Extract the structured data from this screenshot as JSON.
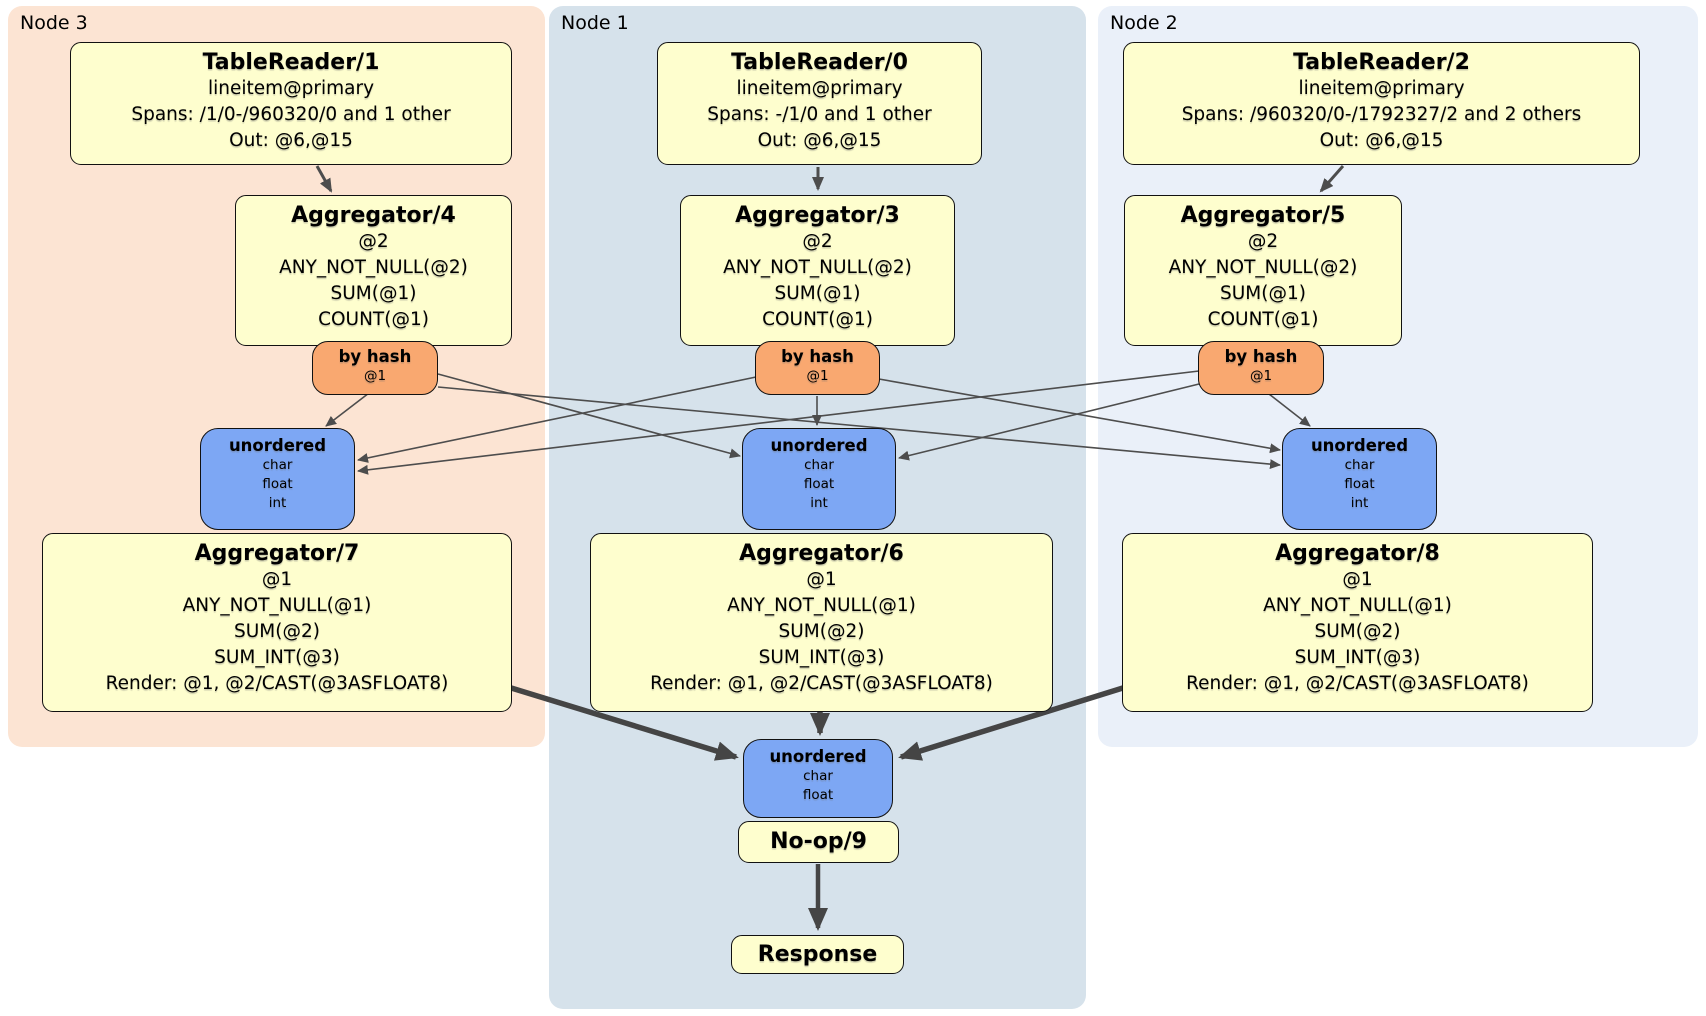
{
  "regions": {
    "node3": {
      "label": "Node 3"
    },
    "node1": {
      "label": "Node 1"
    },
    "node2": {
      "label": "Node 2"
    }
  },
  "nodes": {
    "tr1": {
      "title": "TableReader/1",
      "lines": [
        "lineitem@primary",
        "Spans: /1/0-/960320/0 and 1 other",
        "Out: @6,@15"
      ]
    },
    "tr0": {
      "title": "TableReader/0",
      "lines": [
        "lineitem@primary",
        "Spans: -/1/0 and 1 other",
        "Out: @6,@15"
      ]
    },
    "tr2": {
      "title": "TableReader/2",
      "lines": [
        "lineitem@primary",
        "Spans: /960320/0-/1792327/2 and 2 others",
        "Out: @6,@15"
      ]
    },
    "agg4": {
      "title": "Aggregator/4",
      "lines": [
        "@2",
        "ANY_NOT_NULL(@2)",
        "SUM(@1)",
        "COUNT(@1)"
      ]
    },
    "agg3": {
      "title": "Aggregator/3",
      "lines": [
        "@2",
        "ANY_NOT_NULL(@2)",
        "SUM(@1)",
        "COUNT(@1)"
      ]
    },
    "agg5": {
      "title": "Aggregator/5",
      "lines": [
        "@2",
        "ANY_NOT_NULL(@2)",
        "SUM(@1)",
        "COUNT(@1)"
      ]
    },
    "bh3": {
      "title": "by hash",
      "lines": [
        "@1"
      ]
    },
    "bh1": {
      "title": "by hash",
      "lines": [
        "@1"
      ]
    },
    "bh2": {
      "title": "by hash",
      "lines": [
        "@1"
      ]
    },
    "un3": {
      "title": "unordered",
      "lines": [
        "char",
        "float",
        "int"
      ]
    },
    "un1": {
      "title": "unordered",
      "lines": [
        "char",
        "float",
        "int"
      ]
    },
    "un2": {
      "title": "unordered",
      "lines": [
        "char",
        "float",
        "int"
      ]
    },
    "agg7": {
      "title": "Aggregator/7",
      "lines": [
        "@1",
        "ANY_NOT_NULL(@1)",
        "SUM(@2)",
        "SUM_INT(@3)",
        "Render: @1, @2/CAST(@3ASFLOAT8)"
      ]
    },
    "agg6": {
      "title": "Aggregator/6",
      "lines": [
        "@1",
        "ANY_NOT_NULL(@1)",
        "SUM(@2)",
        "SUM_INT(@3)",
        "Render: @1, @2/CAST(@3ASFLOAT8)"
      ]
    },
    "agg8": {
      "title": "Aggregator/8",
      "lines": [
        "@1",
        "ANY_NOT_NULL(@1)",
        "SUM(@2)",
        "SUM_INT(@3)",
        "Render: @1, @2/CAST(@3ASFLOAT8)"
      ]
    },
    "unc": {
      "title": "unordered",
      "lines": [
        "char",
        "float"
      ]
    },
    "noop": {
      "title": "No-op/9"
    },
    "resp": {
      "title": "Response"
    }
  },
  "edges": [
    {
      "from": "TableReader/1",
      "to": "Aggregator/4",
      "style": "medium"
    },
    {
      "from": "TableReader/0",
      "to": "Aggregator/3",
      "style": "medium"
    },
    {
      "from": "TableReader/2",
      "to": "Aggregator/5",
      "style": "medium"
    },
    {
      "from": "by-hash-node3",
      "to": "unordered-node3",
      "style": "thin"
    },
    {
      "from": "by-hash-node3",
      "to": "unordered-node1",
      "style": "thin"
    },
    {
      "from": "by-hash-node3",
      "to": "unordered-node2",
      "style": "thin"
    },
    {
      "from": "by-hash-node1",
      "to": "unordered-node3",
      "style": "thin"
    },
    {
      "from": "by-hash-node1",
      "to": "unordered-node1",
      "style": "thin"
    },
    {
      "from": "by-hash-node1",
      "to": "unordered-node2",
      "style": "thin"
    },
    {
      "from": "by-hash-node2",
      "to": "unordered-node3",
      "style": "thin"
    },
    {
      "from": "by-hash-node2",
      "to": "unordered-node1",
      "style": "thin"
    },
    {
      "from": "by-hash-node2",
      "to": "unordered-node2",
      "style": "thin"
    },
    {
      "from": "Aggregator/7",
      "to": "unordered-final",
      "style": "thick"
    },
    {
      "from": "Aggregator/6",
      "to": "unordered-final",
      "style": "thick"
    },
    {
      "from": "Aggregator/8",
      "to": "unordered-final",
      "style": "thick"
    },
    {
      "from": "No-op/9",
      "to": "Response",
      "style": "thick"
    }
  ],
  "colors": {
    "processor_fill": "#fefece",
    "router_fill": "#f9a870",
    "sync_fill": "#7da7f4",
    "node3_bg": "#fce4d3",
    "node1_bg": "#d6e2eb",
    "node2_bg": "#eaf0f9",
    "edge": "#4d4d4d"
  }
}
